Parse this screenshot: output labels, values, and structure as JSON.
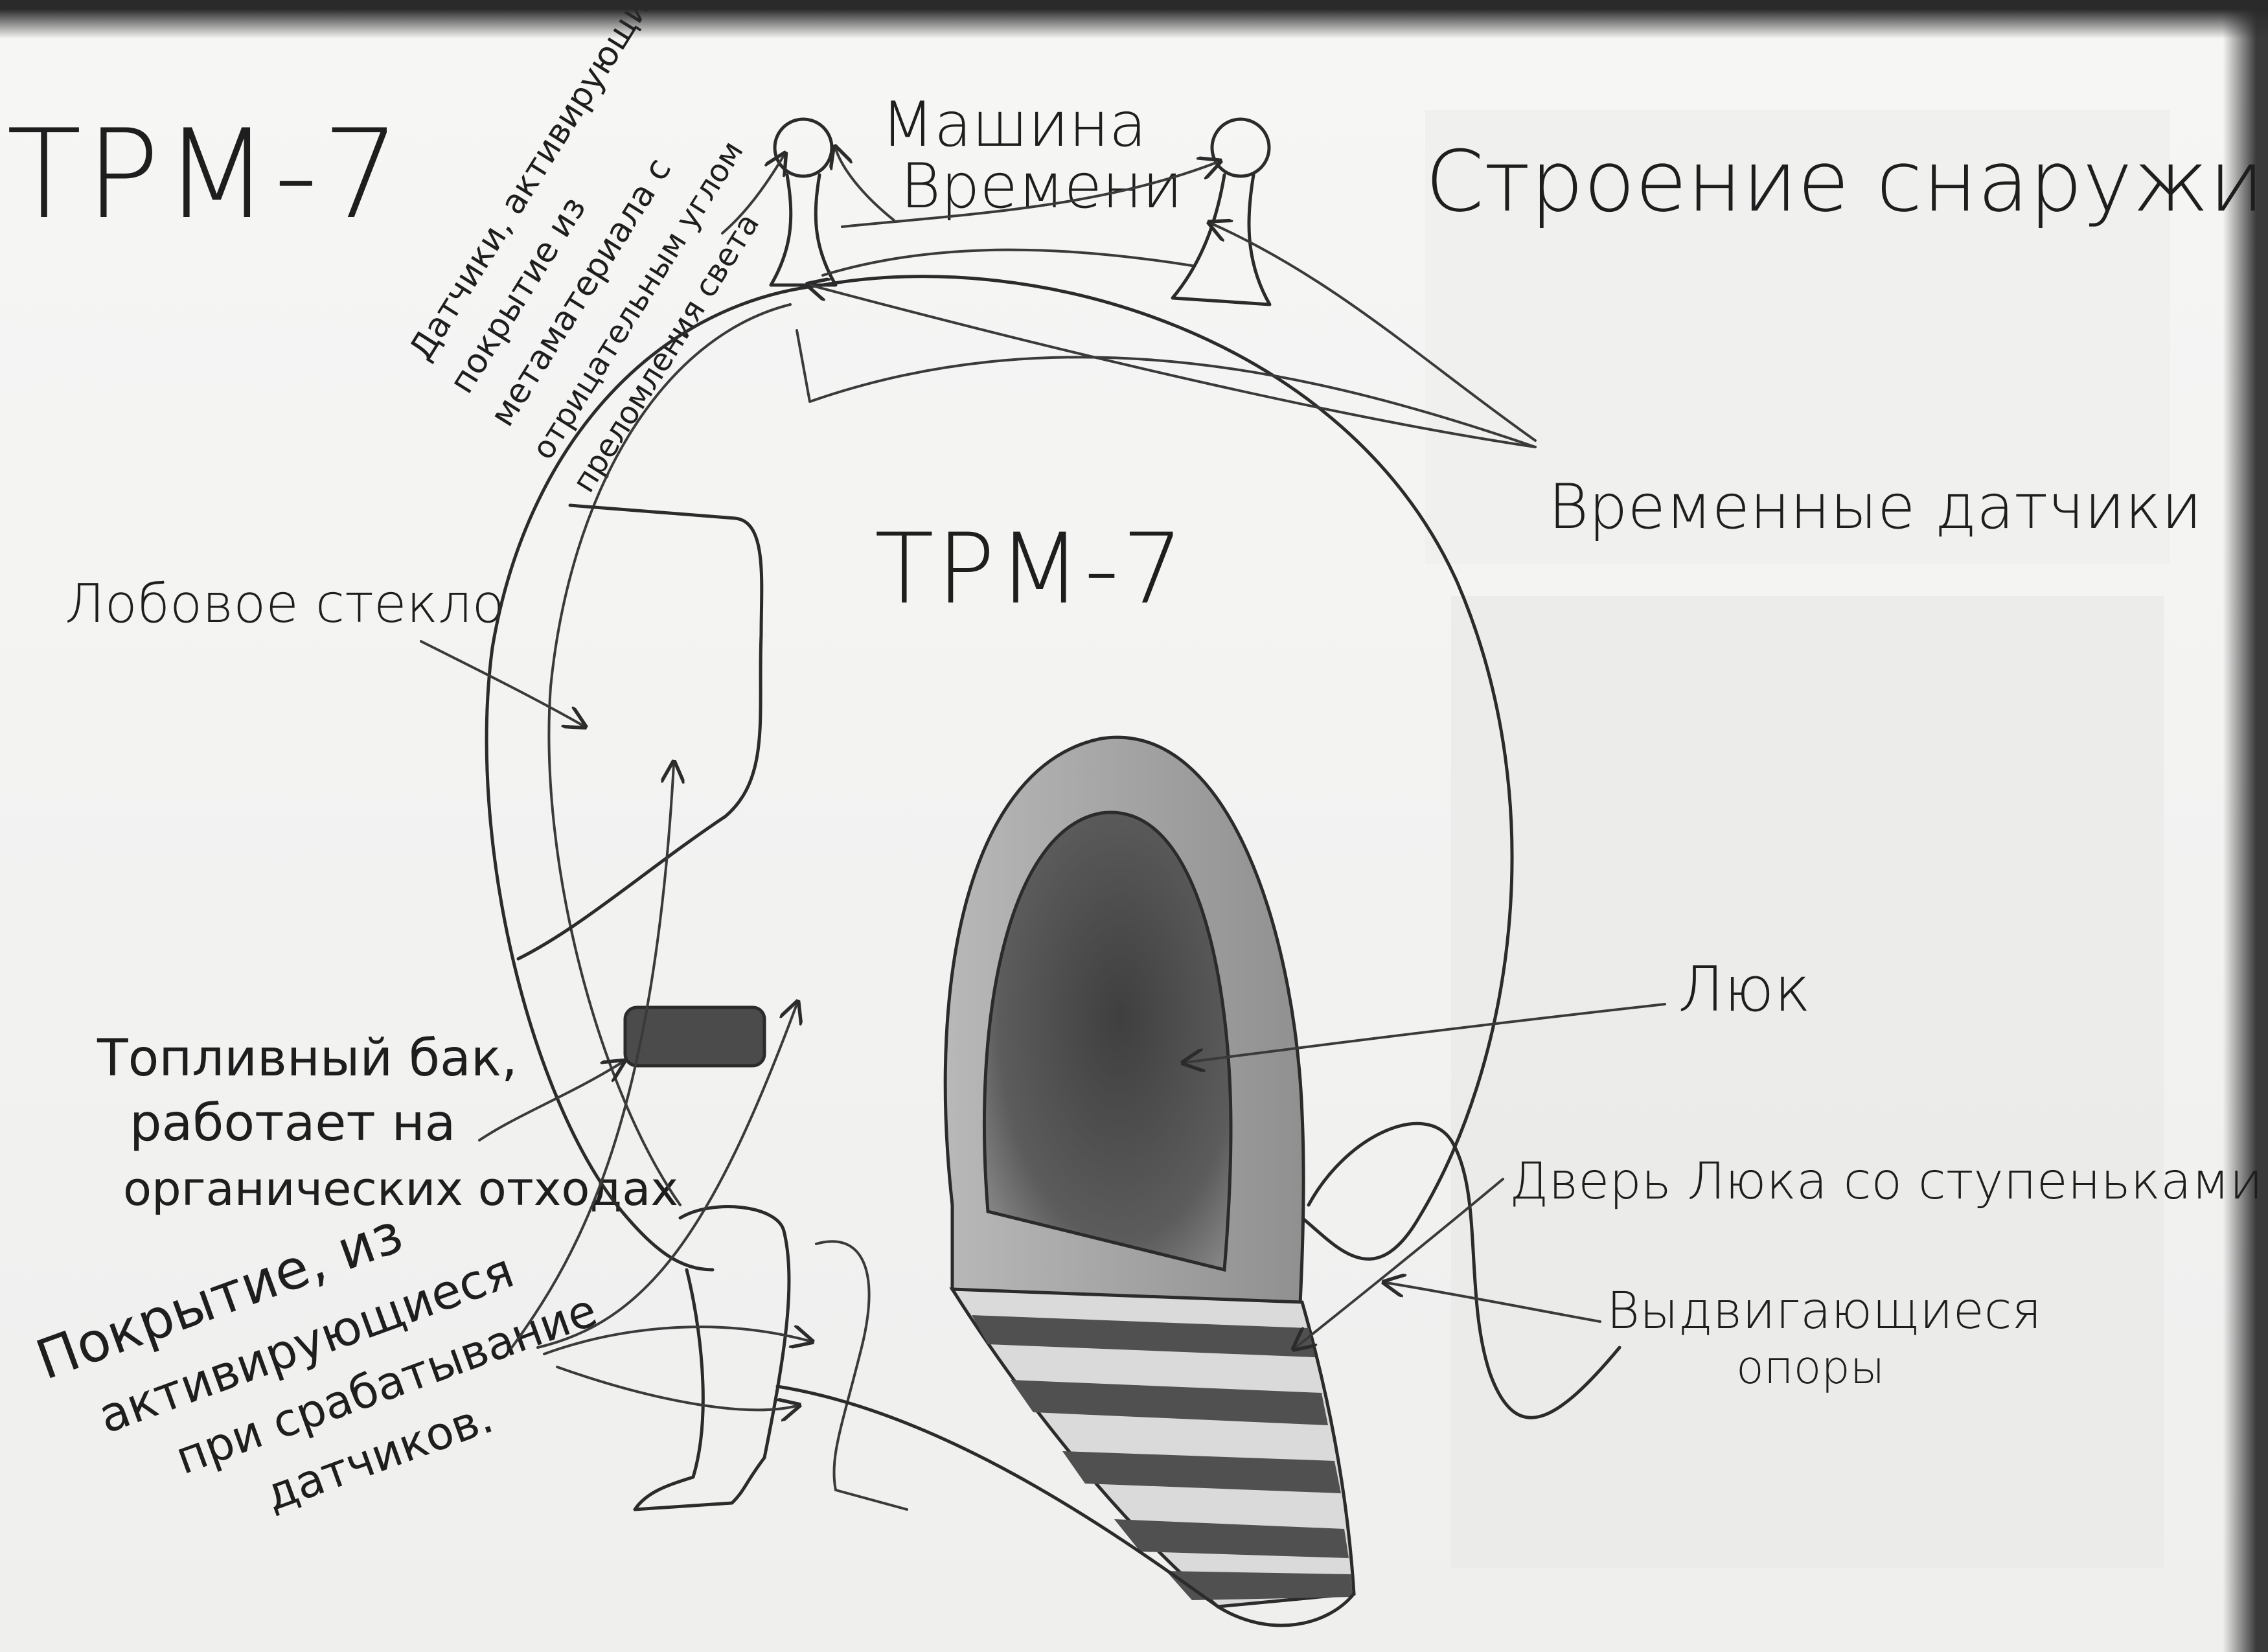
{
  "title": "ТРМ-7",
  "machine_label": "Машина Времени",
  "machine_label_line1": "Машина",
  "machine_label_line2": "Времени",
  "heading": "Строение снаружи",
  "body_label": "ТРМ-7",
  "sensors_activating": "Датчики, активирующие покрытие из метаматериала с отрицательным углом преломления света",
  "sensors_activating_lines": [
    "Датчики, активирующие",
    "покрытие из",
    "метаматериала с",
    "отрицательным углом",
    "преломления света"
  ],
  "time_sensors": "Временные датчики",
  "windshield": "Лобовое стекло",
  "fuel_tank_lines": [
    "Топливный бак,",
    "работает на",
    "органических отходах"
  ],
  "coating_lines": [
    "Покрытие, из",
    "активирующиеся",
    "при срабатывание",
    "датчиков."
  ],
  "hatch": "Люк",
  "hatch_door": "Дверь Люка со ступеньками",
  "supports_lines": [
    "Выдвигающиеся",
    "опоры"
  ],
  "colors": {
    "ink": "#2b2b2b",
    "paper": "#f4f4f3",
    "shading": "#5a5a5a"
  }
}
